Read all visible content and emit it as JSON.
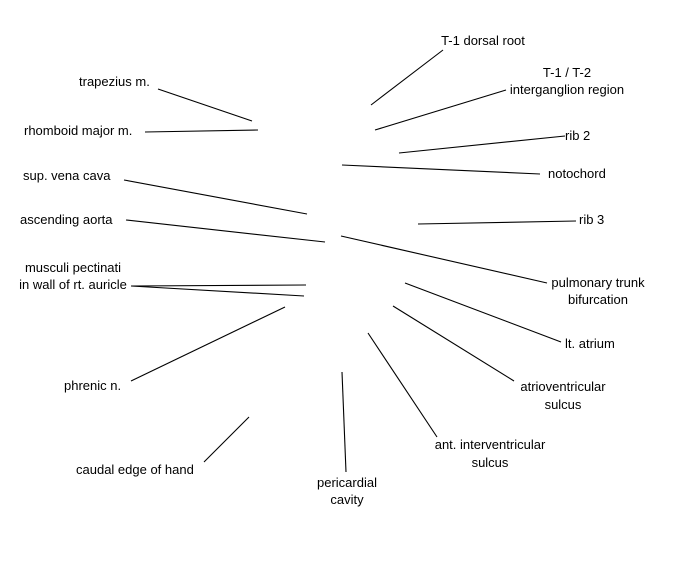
{
  "labels": {
    "t1_dorsal_root": "T-1 dorsal root",
    "intergangion_line1": "T-1 / T-2",
    "intergangion_line2": "interganglion region",
    "rib2": "rib 2",
    "notochord": "notochord",
    "rib3": "rib 3",
    "pulmonary_line1": "pulmonary trunk",
    "pulmonary_line2": "bifurcation",
    "lt_atrium": "lt. atrium",
    "av_sulcus_line1": "atrioventricular",
    "av_sulcus_line2": "sulcus",
    "ant_iv_line1": "ant. interventricular",
    "ant_iv_line2": "sulcus",
    "pericardial_line1": "pericardial",
    "pericardial_line2": "cavity",
    "caudal_edge": "caudal edge of hand",
    "phrenic": "phrenic n.",
    "musculi_line1": "musculi pectinati",
    "musculi_line2": "in wall of rt. auricle",
    "ascending_aorta": "ascending aorta",
    "sup_vena_cava": "sup. vena cava",
    "rhomboid": "rhomboid major m.",
    "trapezius": "trapezius m."
  }
}
